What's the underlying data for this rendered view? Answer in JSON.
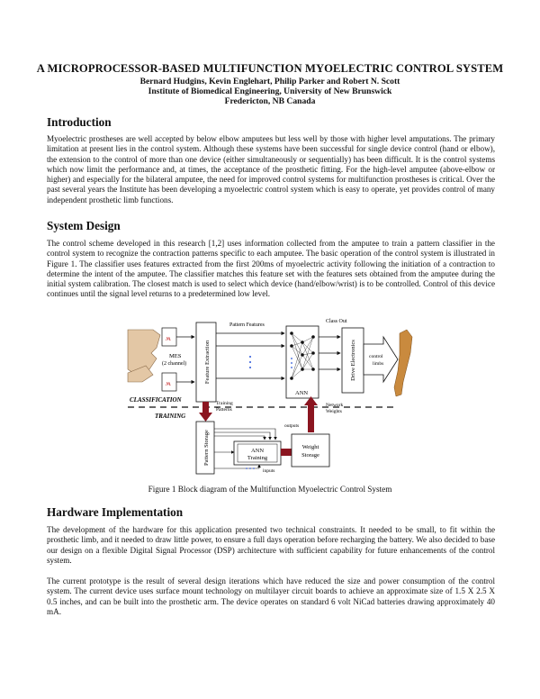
{
  "paper": {
    "title": "A MICROPROCESSOR-BASED MULTIFUNCTION MYOELECTRIC CONTROL SYSTEM",
    "authors": "Bernard Hudgins, Kevin Englehart, Philip Parker and Robert N. Scott",
    "affiliation": "Institute of Biomedical Engineering, University of New Brunswick",
    "location": "Fredericton, NB Canada"
  },
  "sections": [
    {
      "heading": "Introduction",
      "paragraphs": [
        "Myoelectric prostheses are well accepted by below elbow amputees but less well by those with higher level amputations. The primary limitation at present lies in the control system. Although these systems have been successful for single device control (hand or elbow), the extension to the control of more than one device (either simultaneously or sequentially) has been difficult. It is the control systems which now limit the performance and, at times, the acceptance of the prosthetic fitting. For the high-level amputee (above-elbow or higher) and especially for the bilateral amputee, the need for improved control systems for multifunction prostheses is critical. Over the past several years the Institute has been developing a myoelectric control system which is easy to operate, yet provides control of many independent prosthetic limb functions."
      ]
    },
    {
      "heading": "System Design",
      "paragraphs": [
        "The control scheme developed in this research [1,2] uses information collected from the amputee to train a pattern classifier in the control system to recognize the contraction patterns specific to each amputee. The basic operation of the control system is illustrated in Figure 1. The classifier uses features extracted from the first 200ms of myoelectric activity following the initiation of a contraction to determine the intent of the amputee. The classifier matches this feature set with the features sets obtained from the amputee during the initial system calibration. The closest match is used to select which device (hand/elbow/wrist) is to be controlled. Control of this device continues until the signal level returns to a predetermined low level."
      ]
    },
    {
      "heading": "Hardware Implementation",
      "paragraphs": [
        "The development of the hardware for this application presented two technical constraints. It needed to be small, to fit within the prosthetic limb, and it needed to draw little power, to ensure a full days operation before recharging the battery. We also decided to base our design on a flexible Digital Signal Processor (DSP) architecture with sufficient capability for future enhancements of the control system.",
        "The current prototype is the result of several design iterations which have reduced the size and power consumption of the control system. The current device uses surface mount technology on multilayer circuit boards to achieve an approximate size of 1.5 X 2.5 X 0.5 inches, and can be built into the prosthetic arm. The device operates on standard 6 volt NiCad batteries drawing approximately 40 mA."
      ]
    }
  ],
  "figure": {
    "caption": "Figure 1 Block diagram of the Multifunction Myoelectric Control System",
    "labels": {
      "mes": "MES",
      "channels": "(2 channel)",
      "feature_extraction": "Feature Extraction",
      "pattern_features": "Pattern Features",
      "class_out": "Class Out",
      "ann": "ANN",
      "drive_electronics": "Drive Electronics",
      "control_limb": "control limb",
      "classification": "CLASSIFICATION",
      "training": "TRAINING",
      "training_patterns_1": "Training",
      "training_patterns_2": "Patterns",
      "network_weights_1": "Network",
      "network_weights_2": "Weights",
      "pattern_storage": "Pattern Storage",
      "outputs": "outputs",
      "ann_training_1": "ANN",
      "ann_training_2": "Training",
      "weight_storage_1": "Weight",
      "weight_storage_2": "Storage",
      "inputs": "inputs"
    },
    "colors": {
      "accent_arrow": "#8b1520",
      "dots_blue": "#2a55d8",
      "skin": "#e3c7a5",
      "limb": "#c98a3e"
    }
  }
}
